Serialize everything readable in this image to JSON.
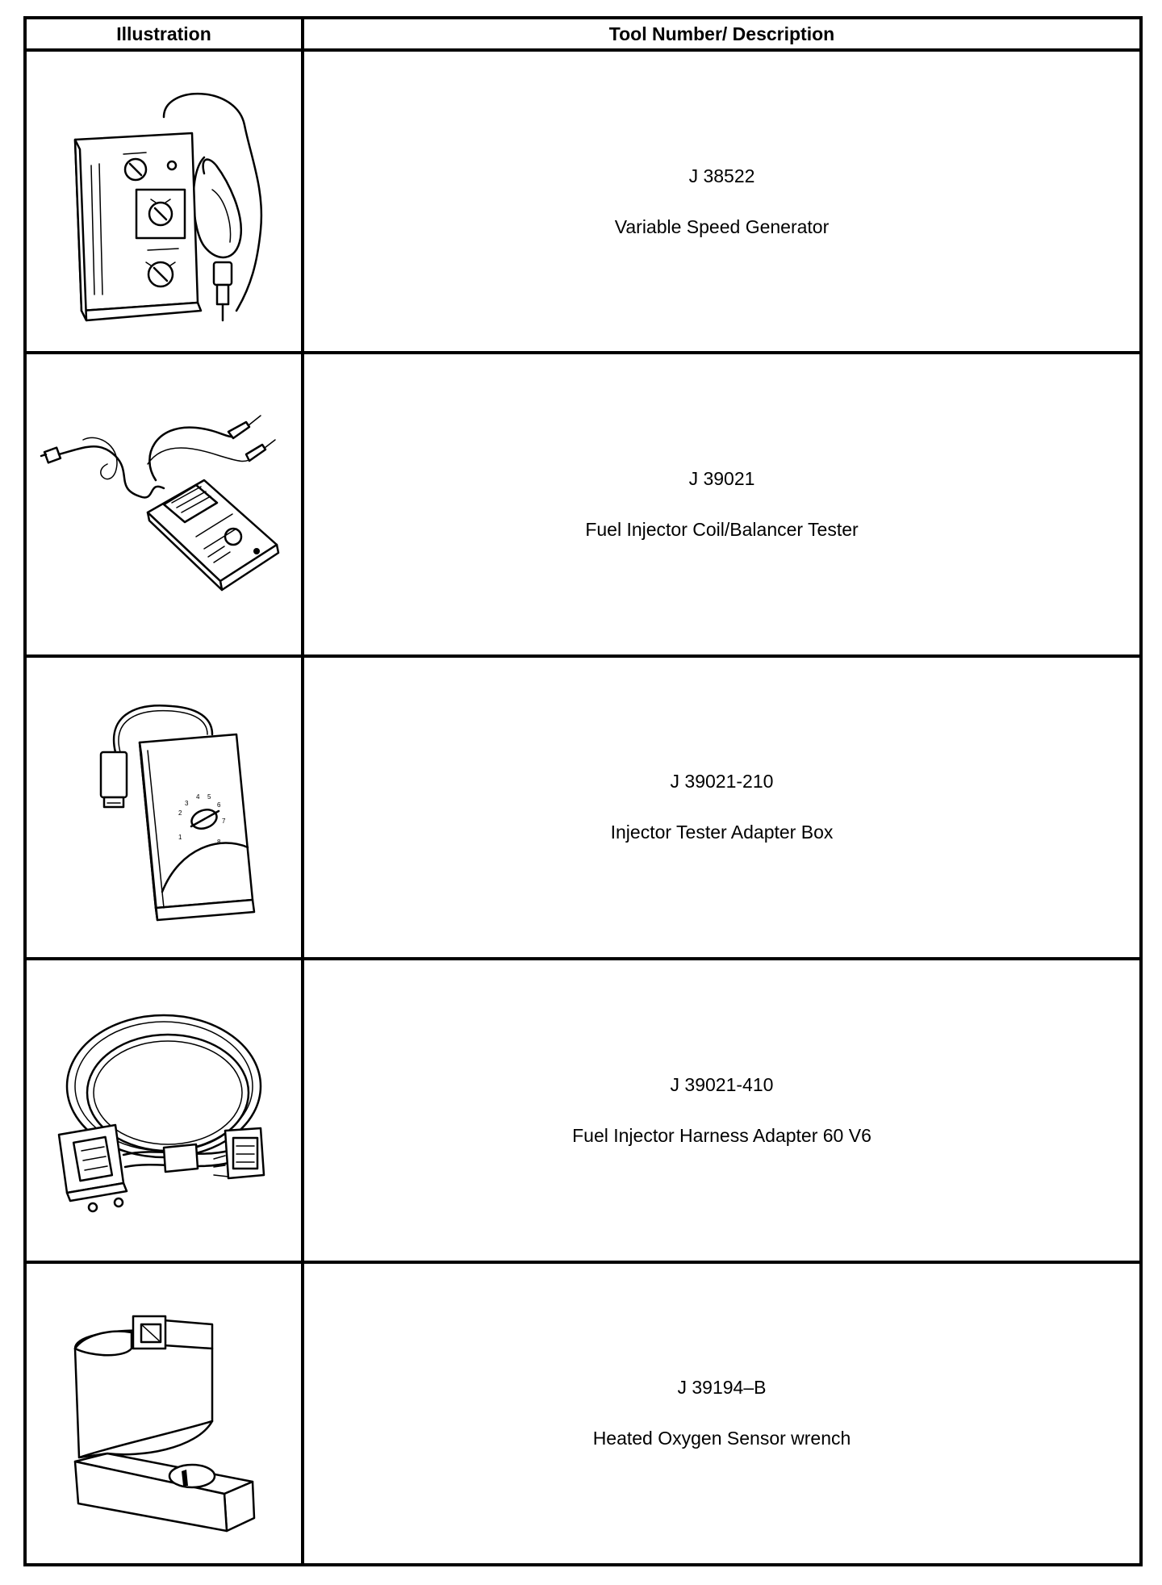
{
  "table": {
    "header_illustration": "Illustration",
    "header_description": "Tool Number/ Description"
  },
  "tools": [
    {
      "number": "J 38522",
      "description": "Variable Speed Generator",
      "icon": "variable-speed-generator"
    },
    {
      "number": "J 39021",
      "description": "Fuel Injector Coil/Balancer Tester",
      "icon": "injector-coil-balancer-tester"
    },
    {
      "number": "J 39021-210",
      "description": "Injector Tester Adapter Box",
      "icon": "injector-tester-adapter-box"
    },
    {
      "number": "J 39021-410",
      "description": "Fuel Injector Harness Adapter 60 V6",
      "icon": "fuel-injector-harness-adapter"
    },
    {
      "number": "J 39194–B",
      "description": "Heated Oxygen Sensor wrench",
      "icon": "oxygen-sensor-wrench"
    }
  ],
  "adapter_box_dial_marks": [
    "1",
    "2",
    "3",
    "4",
    "5",
    "6",
    "7",
    "8"
  ]
}
